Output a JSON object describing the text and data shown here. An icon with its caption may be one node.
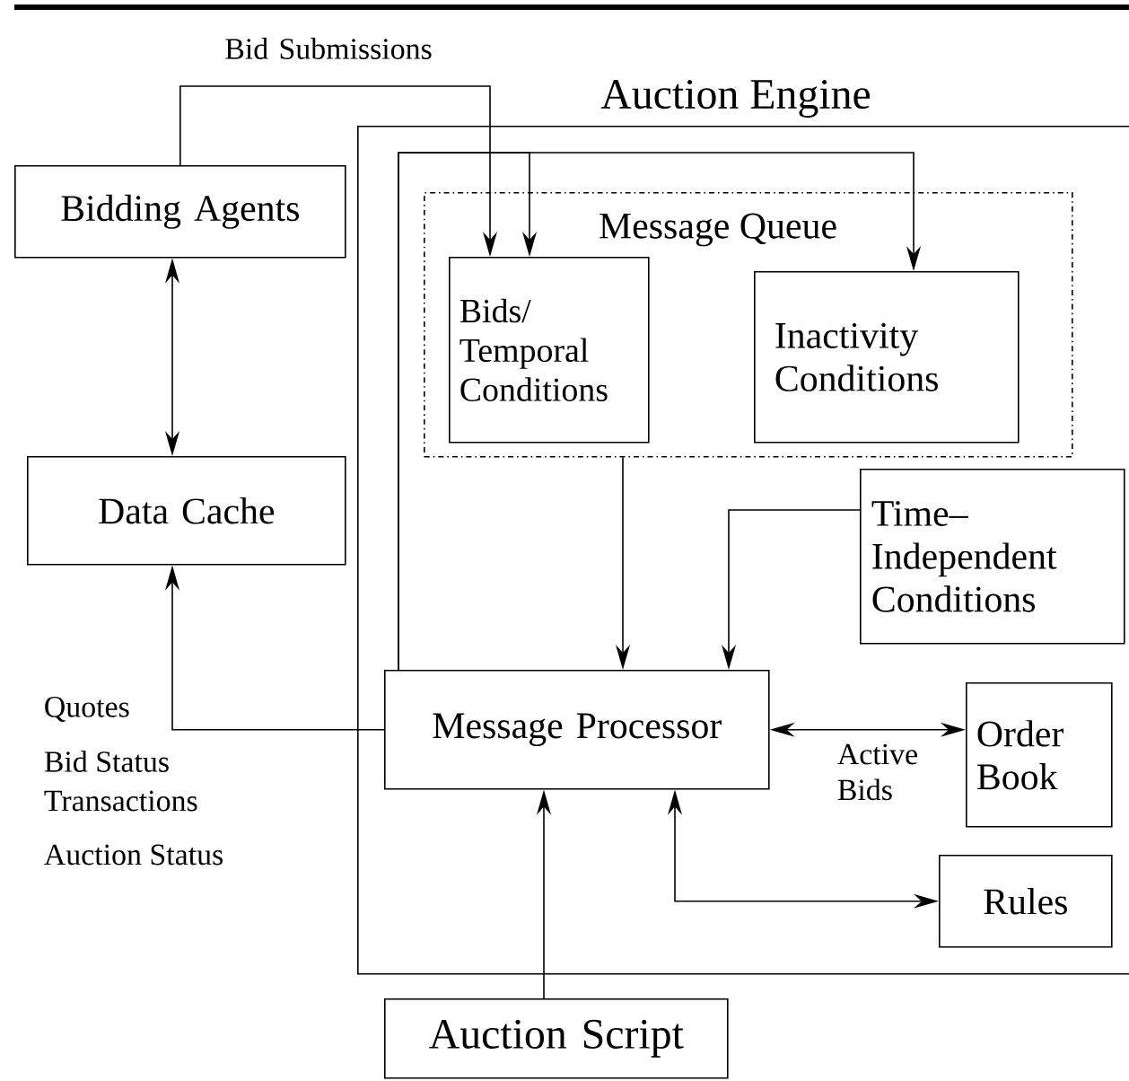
{
  "diagram": {
    "nodes": [
      {
        "text": [
          "Bidding Agents"
        ]
      },
      {
        "text": [
          "Data Cache"
        ]
      },
      {
        "text": [
          "Auction Engine"
        ]
      },
      {
        "text": [
          "Message Queue"
        ],
        "in": 2
      },
      {
        "text": [
          "Bids/ Temporal Conditions"
        ],
        "in": 3
      },
      {
        "text": [
          "Inactivity Conditions"
        ],
        "in": 3
      },
      {
        "text": [
          "Time– Independent Conditions"
        ],
        "in": 2
      },
      {
        "text": [
          "Message Processor"
        ],
        "in": 2
      },
      {
        "text": [
          "Order Book"
        ],
        "in": 2
      },
      {
        "text": [
          "Rules"
        ],
        "in": 2
      },
      {
        "text": [
          "Auction Script"
        ]
      }
    ],
    "edges": [
      {
        "from": 0,
        "to": 4,
        "arrow": "to",
        "label": "Bid Submissions"
      },
      {
        "from": 0,
        "to": 1,
        "arrow": "both"
      },
      {
        "from": 7,
        "to": 4,
        "arrow": "to"
      },
      {
        "from": 7,
        "to": 5,
        "arrow": "to"
      },
      {
        "from": 3,
        "to": 7,
        "arrow": "to"
      },
      {
        "from": 6,
        "to": 7,
        "arrow": "to"
      },
      {
        "from": 7,
        "to": 8,
        "arrow": "both",
        "label": "Active Bids"
      },
      {
        "from": 7,
        "to": 9,
        "arrow": "both"
      },
      {
        "from": 10,
        "to": 7,
        "arrow": "to"
      },
      {
        "from": 7,
        "to": 1,
        "arrow": "to"
      }
    ],
    "labels": [
      "Quotes",
      "Bid Status",
      "Transactions",
      "Auction Status"
    ]
  }
}
